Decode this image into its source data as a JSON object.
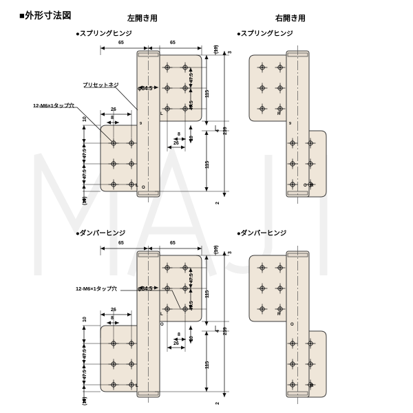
{
  "page": {
    "title": "■外形寸法図",
    "watermark": "MAJI"
  },
  "columns": [
    {
      "id": "left-open",
      "label": "左開き用"
    },
    {
      "id": "right-open",
      "label": "右開き用"
    }
  ],
  "sections": [
    {
      "id": "spring-hinge-left",
      "label": "●スプリングヒンジ"
    },
    {
      "id": "spring-hinge-right",
      "label": "●スプリングヒンジ"
    },
    {
      "id": "damper-hinge-left",
      "label": "●ダンパーヒンジ"
    },
    {
      "id": "damper-hinge-right",
      "label": "●ダンパーヒンジ"
    }
  ],
  "annotations": {
    "preset_screw": "プリセットネジ",
    "tap_hole": "12-M6×1タップ穴",
    "diameter": "φ34.5"
  },
  "dimensions": {
    "top_left_65": "65",
    "top_right_65": "65",
    "top_10_paren": "(10)",
    "top_3": "3",
    "right_47_5_a": "47.5",
    "right_47_5_b": "47.5",
    "right_115_upper": "115",
    "right_115_lower": "115",
    "right_10": "10",
    "right_4": "4",
    "right_239": "239",
    "right_2": "2",
    "left_10": "10",
    "left_47_5_a": "47.5",
    "left_47_5_b": "47.5",
    "left_10_paren": "(10)",
    "inner_26_left": "26",
    "inner_8_left": "8",
    "inner_26_right": "26",
    "inner_8_right": "8"
  },
  "markers": {
    "left_plate_upper": "L",
    "left_plate_lower": "L",
    "knuckle_upper": "O",
    "knuckle_lower": "O",
    "right_plate_upper": "R",
    "right_plate_lower": "R",
    "knuckle_small": "9"
  },
  "colors": {
    "plate_fill": "#efe6d9",
    "plate_stroke": "#3a3a3a",
    "dim_line": "#111111",
    "watermark": "#f0f0f0",
    "text": "#000000"
  },
  "hole_grid": {
    "rows": 3,
    "cols": 2,
    "holes_per_plate": 6,
    "total_tap_holes": 12
  }
}
